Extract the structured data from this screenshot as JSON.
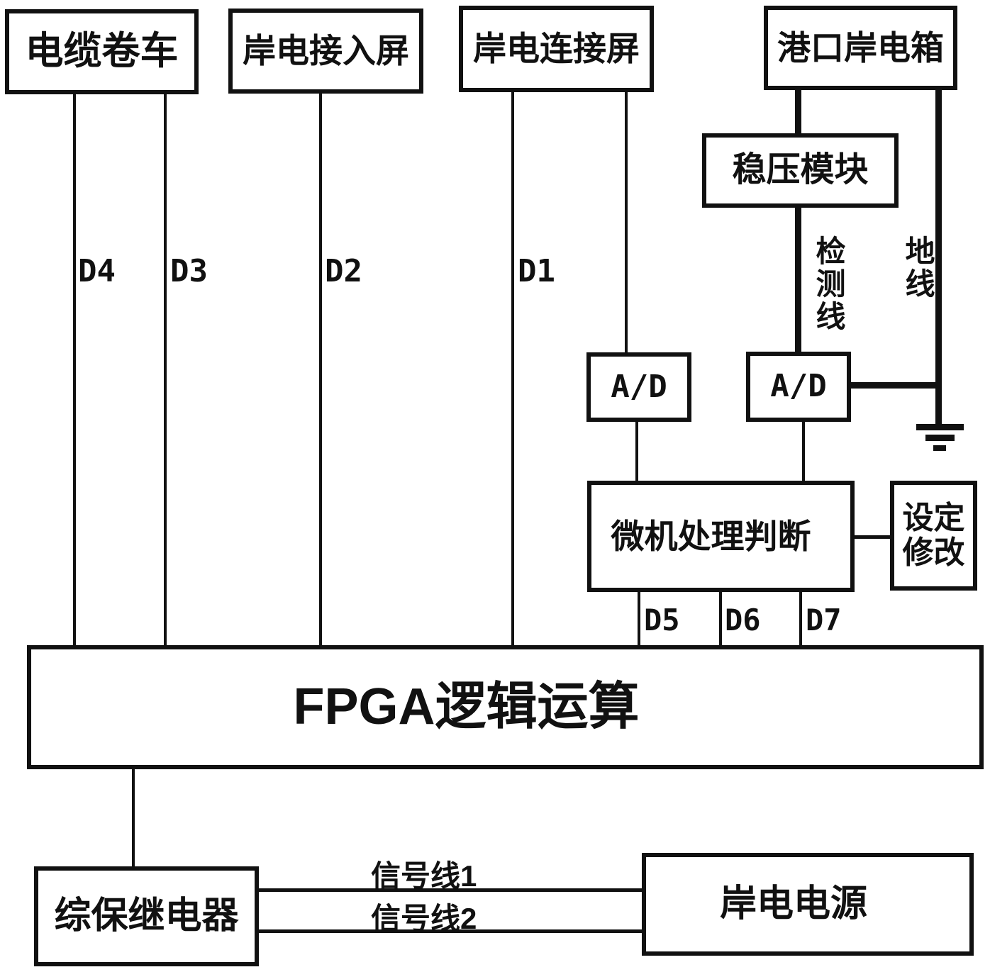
{
  "figure": {
    "boxes": {
      "cable_reel": "电缆卷车",
      "shore_access_panel": "岸电接入屏",
      "shore_connect_panel": "岸电连接屏",
      "port_shore_box": "港口岸电箱",
      "voltage_regulator": "稳压模块",
      "adc_left": "A/D",
      "adc_right": "A/D",
      "mcu": "微机处理判断",
      "setting": "设定\n修改",
      "fpga": "FPGA逻辑运算",
      "relay": "综保继电器",
      "shore_power": "岸电电源"
    },
    "wire_labels": {
      "d1": "D1",
      "d2": "D2",
      "d3": "D3",
      "d4": "D4",
      "d5": "D5",
      "d6": "D6",
      "d7": "D7",
      "detect_line": "检测线",
      "ground_line": "地线",
      "signal1": "信号线1",
      "signal2": "信号线2"
    },
    "colors": {
      "ink": "#111111",
      "background": "#ffffff"
    }
  }
}
